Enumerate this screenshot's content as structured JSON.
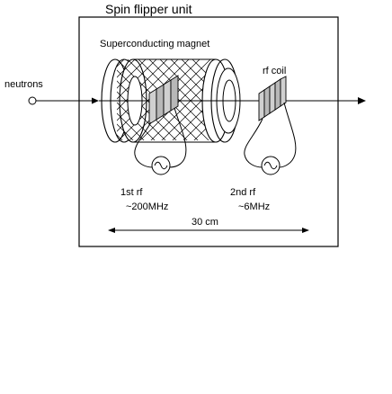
{
  "title": "Spin flipper unit",
  "labels": {
    "magnet": "Superconducting magnet",
    "neutrons": "neutrons",
    "rf_coil": "rf coil",
    "first_rf": "1st rf",
    "first_rf_freq": "~200MHz",
    "second_rf": "2nd rf",
    "second_rf_freq": "~6MHz",
    "length": "30 cm"
  },
  "colors": {
    "line": "#000000",
    "coil_fill": "#c8c8c8",
    "background": "#ffffff"
  },
  "icons": [
    "ac-source-icon",
    "arrow-right-icon",
    "arrow-double-icon"
  ]
}
